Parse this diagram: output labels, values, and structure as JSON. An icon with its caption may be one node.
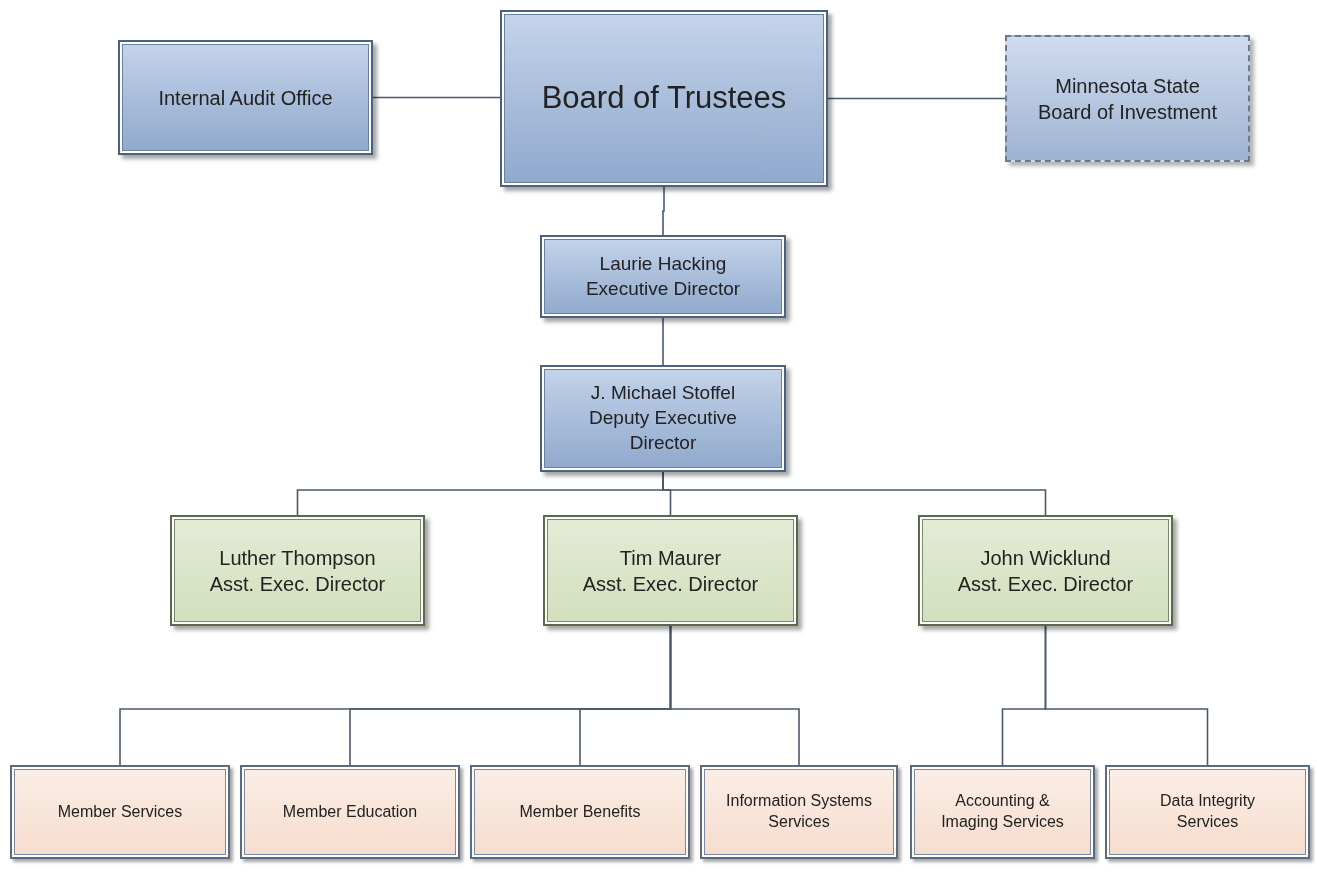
{
  "diagram": {
    "nodes": [
      {
        "text": [
          "Internal Audit Office"
        ]
      },
      {
        "text": [
          "Board of Trustees"
        ]
      },
      {
        "text": [
          "Minnesota State Board of Investment"
        ]
      },
      {
        "text": [
          "Laurie Hacking",
          "Executive Director"
        ]
      },
      {
        "text": [
          "J. Michael Stoffel",
          "Deputy Executive Director"
        ]
      },
      {
        "text": [
          "Luther Thompson",
          "Asst. Exec. Director"
        ]
      },
      {
        "text": [
          "Tim Maurer",
          "Asst. Exec. Director"
        ]
      },
      {
        "text": [
          "John Wicklund",
          "Asst. Exec. Director"
        ]
      },
      {
        "text": [
          "Member Services"
        ]
      },
      {
        "text": [
          "Member Education"
        ]
      },
      {
        "text": [
          "Member Benefits"
        ]
      },
      {
        "text": [
          "Information Systems Services"
        ]
      },
      {
        "text": [
          "Accounting & Imaging Services"
        ]
      },
      {
        "text": [
          "Data Integrity Services"
        ]
      }
    ],
    "edges": [
      {
        "from": 1,
        "to": 0,
        "arrow": "none"
      },
      {
        "from": 1,
        "to": 2,
        "arrow": "none"
      },
      {
        "from": 1,
        "to": 3,
        "arrow": "none"
      },
      {
        "from": 3,
        "to": 4,
        "arrow": "none"
      },
      {
        "from": 4,
        "to": 5,
        "arrow": "none"
      },
      {
        "from": 4,
        "to": 6,
        "arrow": "none"
      },
      {
        "from": 4,
        "to": 7,
        "arrow": "none"
      },
      {
        "from": 6,
        "to": 8,
        "arrow": "none"
      },
      {
        "from": 6,
        "to": 9,
        "arrow": "none"
      },
      {
        "from": 6,
        "to": 10,
        "arrow": "none"
      },
      {
        "from": 6,
        "to": 11,
        "arrow": "none"
      },
      {
        "from": 7,
        "to": 12,
        "arrow": "none"
      },
      {
        "from": 7,
        "to": 13,
        "arrow": "none"
      }
    ]
  }
}
